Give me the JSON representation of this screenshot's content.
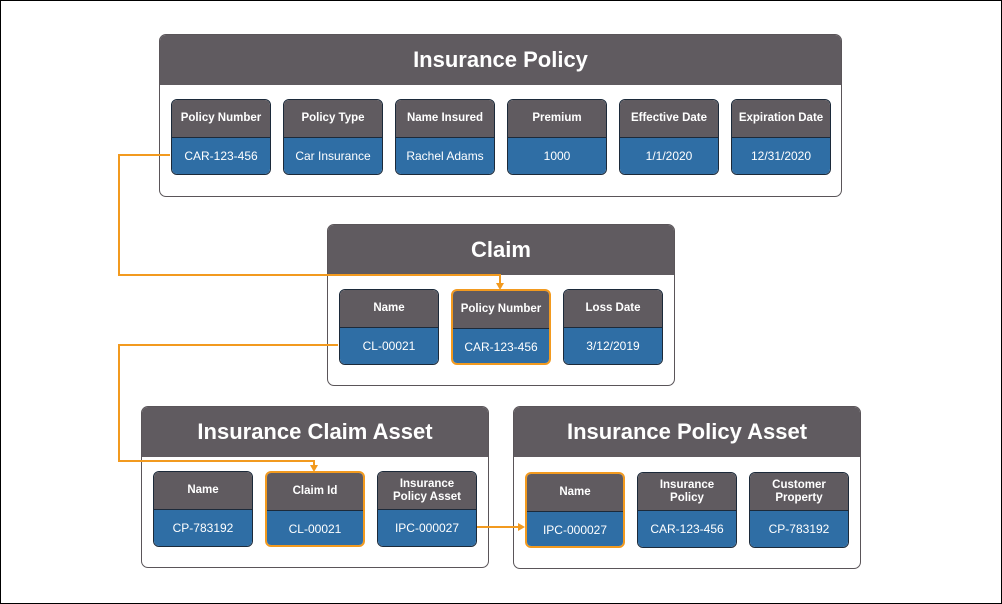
{
  "entities": {
    "insurance_policy": {
      "title": "Insurance Policy",
      "fields": [
        {
          "label": "Policy Number",
          "value": "CAR-123-456"
        },
        {
          "label": "Policy Type",
          "value": "Car Insurance"
        },
        {
          "label": "Name Insured",
          "value": "Rachel Adams"
        },
        {
          "label": "Premium",
          "value": "1000"
        },
        {
          "label": "Effective Date",
          "value": "1/1/2020"
        },
        {
          "label": "Expiration Date",
          "value": "12/31/2020"
        }
      ]
    },
    "claim": {
      "title": "Claim",
      "fields": [
        {
          "label": "Name",
          "value": "CL-00021"
        },
        {
          "label": "Policy Number",
          "value": "CAR-123-456"
        },
        {
          "label": "Loss Date",
          "value": "3/12/2019"
        }
      ]
    },
    "insurance_claim_asset": {
      "title": "Insurance Claim Asset",
      "fields": [
        {
          "label": "Name",
          "value": "CP-783192"
        },
        {
          "label": "Claim Id",
          "value": "CL-00021"
        },
        {
          "label": "Insurance Policy Asset",
          "value": "IPC-000027"
        }
      ]
    },
    "insurance_policy_asset": {
      "title": "Insurance Policy Asset",
      "fields": [
        {
          "label": "Name",
          "value": "IPC-000027"
        },
        {
          "label": "Insurance Policy",
          "value": "CAR-123-456"
        },
        {
          "label": "Customer Property",
          "value": "CP-783192"
        }
      ]
    }
  },
  "colors": {
    "header": "#605b60",
    "value_fill": "#2f6ea5",
    "connector": "#f29a1f"
  }
}
